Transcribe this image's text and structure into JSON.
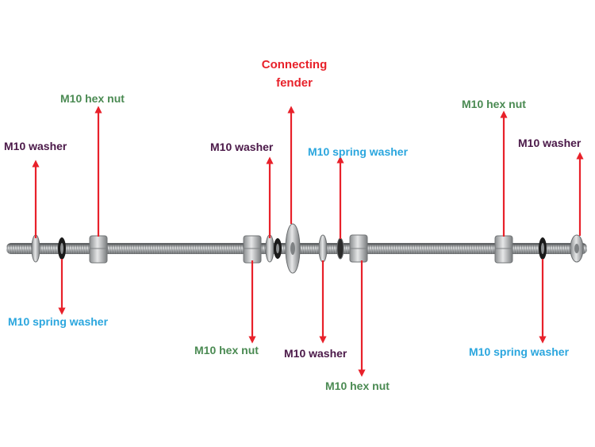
{
  "colors": {
    "arrow": "#e8212a",
    "title": "#e8212a",
    "hex_nut": "#4a8a52",
    "washer": "#4a1848",
    "spring_washer": "#2aa6de",
    "rod": "#a9acae"
  },
  "labels": {
    "connecting_fender": "Connecting fender",
    "washer_left_top": "M10 washer",
    "hexnut_left_top": "M10 hex nut",
    "spring_left_bottom": "M10 spring washer",
    "washer_mid_top": "M10 washer",
    "spring_mid_top": "M10 spring washer",
    "hexnut_mid_bottom": "M10 hex nut",
    "washer_mid_bottom": "M10 washer",
    "hexnut_center_bottom": "M10 hex nut",
    "hexnut_right_top": "M10 hex nut",
    "washer_right_top": "M10 washer",
    "spring_right_bottom": "M10 spring washer"
  }
}
